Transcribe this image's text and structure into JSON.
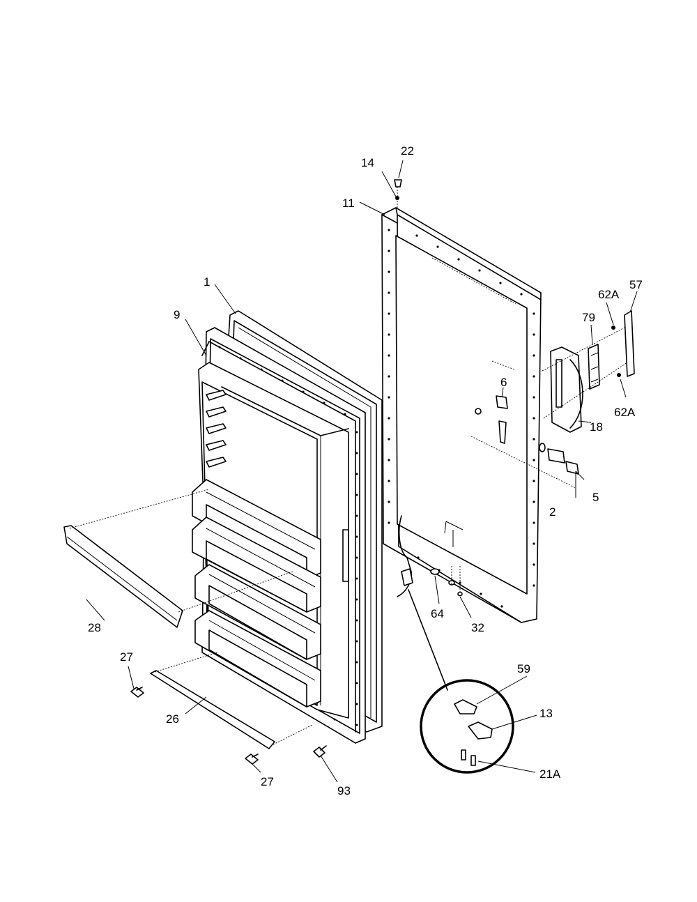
{
  "callouts": {
    "c1": "1",
    "c2": "2",
    "c5": "5",
    "c6": "6",
    "c9": "9",
    "c11": "11",
    "c13": "13",
    "c14": "14",
    "c18": "18",
    "c21a": "21A",
    "c22": "22",
    "c26": "26",
    "c27a": "27",
    "c27b": "27",
    "c28": "28",
    "c32": "32",
    "c57": "57",
    "c59": "59",
    "c62a_top": "62A",
    "c62a_bottom": "62A",
    "c64": "64",
    "c79": "79",
    "c93": "93"
  }
}
